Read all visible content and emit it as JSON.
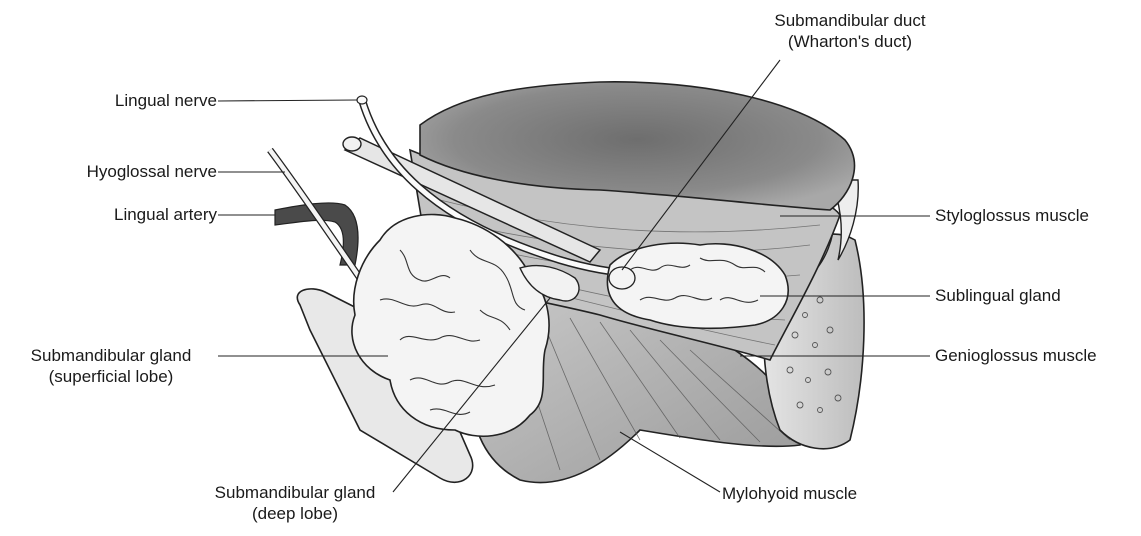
{
  "diagram": {
    "labels": {
      "lingual_nerve": "Lingual nerve",
      "hyoglossal_nerve": "Hyoglossal nerve",
      "lingual_artery": "Lingual artery",
      "submandibular_gland_superficial": [
        "Submandibular gland",
        "(superficial lobe)"
      ],
      "submandibular_gland_deep": [
        "Submandibular gland",
        "(deep lobe)"
      ],
      "submandibular_duct": [
        "Submandibular duct",
        "(Wharton's duct)"
      ],
      "styloglossus_muscle": "Styloglossus muscle",
      "sublingual_gland": "Sublingual gland",
      "genioglossus_muscle": "Genioglossus muscle",
      "mylohyoid_muscle": "Mylohyoid muscle"
    }
  }
}
